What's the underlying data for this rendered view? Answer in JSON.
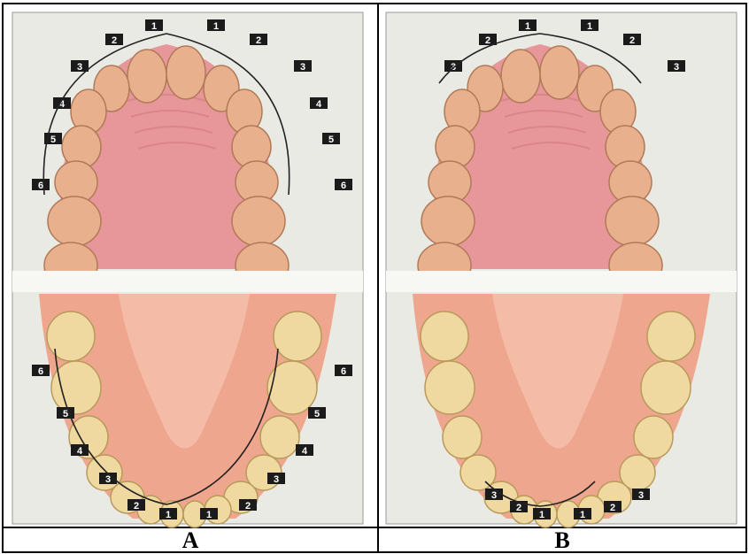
{
  "panels": [
    {
      "caption": "A",
      "upper_labels": [
        "1",
        "1",
        "2",
        "2",
        "3",
        "3",
        "4",
        "4",
        "5",
        "5",
        "6",
        "6"
      ],
      "lower_labels": [
        "6",
        "6",
        "5",
        "5",
        "4",
        "4",
        "3",
        "3",
        "2",
        "2",
        "1",
        "1"
      ]
    },
    {
      "caption": "B",
      "upper_labels": [
        "1",
        "1",
        "2",
        "2",
        "3",
        "3"
      ],
      "lower_labels": [
        "3",
        "3",
        "2",
        "2",
        "1",
        "1"
      ]
    }
  ],
  "colors": {
    "panel_bg": "#e9eae4",
    "palate": "#e7979a",
    "lower_gum": "#efa68e",
    "upper_tooth": "#e8b08c",
    "lower_tooth": "#f0d9a0",
    "label_box": "#1b1b1b",
    "label_text": "#ffffff",
    "bracket": "#222222"
  }
}
